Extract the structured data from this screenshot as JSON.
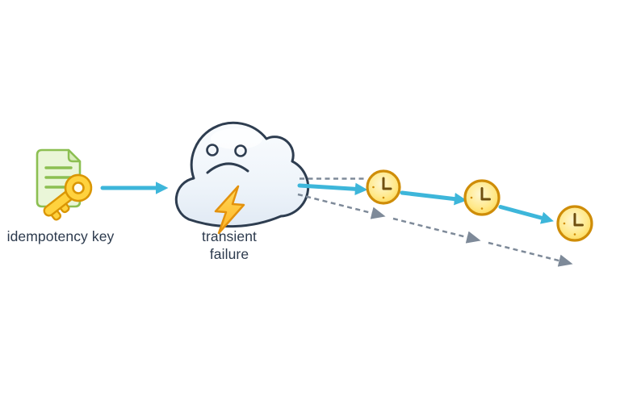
{
  "diagram": {
    "title": "retry-with-backoff illustration",
    "labels": {
      "idempotency_key": "idempotency key",
      "transient_failure": "transient failure"
    },
    "icons": {
      "source": "document-with-key-icon",
      "failure": "sad-cloud-icon",
      "bolt": "lightning-icon",
      "wait": "clock-icon",
      "clock_count": 3
    },
    "colors": {
      "background": "#ffffff",
      "text": "#2c3a4d",
      "arrow_cyan": "#3db6da",
      "arrow_gray_dashed": "#7e8a99",
      "cloud_fill": "#edf3fa",
      "cloud_outline": "#2e3d50",
      "lightning_fill": "#ffc733",
      "lightning_outline": "#e3920e",
      "document_fill": "#eaf6d8",
      "document_outline": "#8cbf52",
      "key_fill": "#ffd23e",
      "key_outline": "#da9603",
      "clock_fill": "#ffd84d",
      "clock_outline": "#cf8d08",
      "clock_hands": "#6f4f10"
    }
  }
}
